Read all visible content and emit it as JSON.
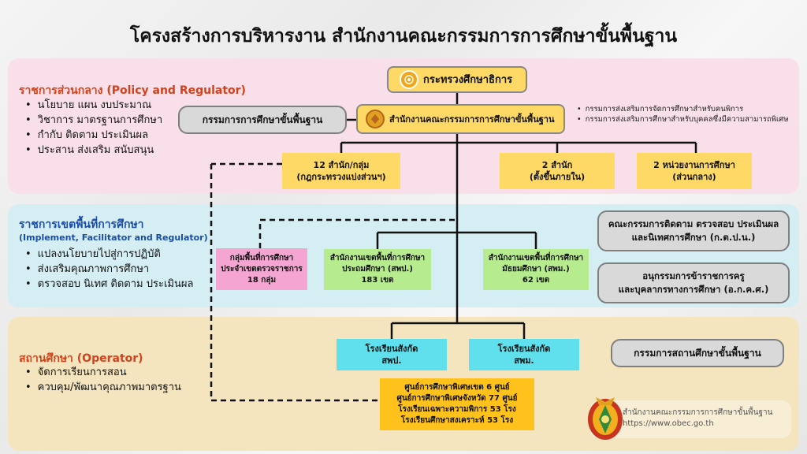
{
  "title": "โครงสร้างการบริหารงาน สำนักงานคณะกรรมการการศึกษาขั้นพื้นฐาน",
  "colors": {
    "central_title": "#d4411a",
    "area_title": "#1a4da8",
    "school_title": "#d4411a"
  },
  "sections": {
    "central": {
      "title": "ราชการส่วนกลาง (Policy and Regulator)",
      "items": [
        "นโยบาย แผน งบประมาณ",
        "วิชาการ มาตรฐานการศึกษา",
        "กำกับ ติดตาม ประเมินผล",
        "ประสาน ส่งเสริม สนับสนุน"
      ]
    },
    "area": {
      "title": "ราชการเขตพื้นที่การศึกษา",
      "subtitle": "(Implement, Facilitator and Regulator)",
      "items": [
        "แปลงนโยบายไปสู่การปฏิบัติ",
        "ส่งเสริมคุณภาพการศึกษา",
        "ตรวจสอบ นิเทศ ติดตาม ประเมินผล"
      ]
    },
    "school": {
      "title": "สถานศึกษา (Operator)",
      "items": [
        "จัดการเรียนการสอน",
        "ควบคุม/พัฒนาคุณภาพมาตรฐาน"
      ]
    }
  },
  "nodes": {
    "ministry": "กระทรวงศึกษาธิการ",
    "obec": "สำนักงานคณะกรรมการการศึกษาขั้นพื้นฐาน",
    "basic_board": "กรรมการการศึกษาขั้นพื้นฐาน",
    "obec_notes": [
      "กรรมการส่งเสริมการจัดการศึกษาสำหรับคนพิการ",
      "กรรมการส่งเสริมการศึกษาสำหรับบุคคลซึ่งมีความสามารถพิเศษ"
    ],
    "bureaus": {
      "line1": "12 สำนัก/กลุ่ม",
      "line2": "(กฎกระทรวงแบ่งส่วนฯ)"
    },
    "internal": {
      "line1": "2 สำนัก",
      "line2": "(ตั้งขึ้นภายใน)"
    },
    "agencies": {
      "line1": "2 หน่วยงานการศึกษา",
      "line2": "(ส่วนกลาง)"
    },
    "inspection_group": {
      "line1": "กลุ่มพื้นที่การศึกษา",
      "line2": "ประจำเขตตรวจราชการ",
      "line3": "18 กลุ่ม"
    },
    "primary_area": {
      "line1": "สำนักงานเขตพื้นที่การศึกษา",
      "line2": "ประถมศึกษา (สพป.)",
      "line3": "183 เขต"
    },
    "secondary_area": {
      "line1": "สำนักงานเขตพื้นที่การศึกษา",
      "line2": "มัธยมศึกษา (สพม.)",
      "line3": "62 เขต"
    },
    "monitoring_board": {
      "line1": "คณะกรรมการติดตาม ตรวจสอบ ประเมินผล",
      "line2": "และนิเทศการศึกษา (ก.ต.ป.น.)"
    },
    "teacher_sub": {
      "line1": "อนุกรรมการข้าราชการครู",
      "line2": "และบุคลากรทางการศึกษา (อ.ก.ค.ศ.)"
    },
    "primary_school": {
      "line1": "โรงเรียนสังกัด",
      "line2": "สพป."
    },
    "secondary_school": {
      "line1": "โรงเรียนสังกัด",
      "line2": "สพม."
    },
    "school_board": "กรรมการสถานศึกษาขั้นพื้นฐาน",
    "special": {
      "line1": "ศูนย์การศึกษาพิเศษเขต 6 ศูนย์",
      "line2": "ศูนย์การศึกษาพิเศษจังหวัด 77 ศูนย์",
      "line3": "โรงเรียนเฉพาะความพิการ 53 โรง",
      "line4": "โรงเรียนศึกษาสงเคราะห์ 53 โรง"
    }
  },
  "footer": {
    "org_name": "สำนักงานคณะกรรมการการศึกษาขั้นพื้นฐาน",
    "url": "https://www.obec.go.th"
  },
  "icons": [
    "ministry-emblem-icon",
    "obec-emblem-icon",
    "obec-logo-icon"
  ]
}
